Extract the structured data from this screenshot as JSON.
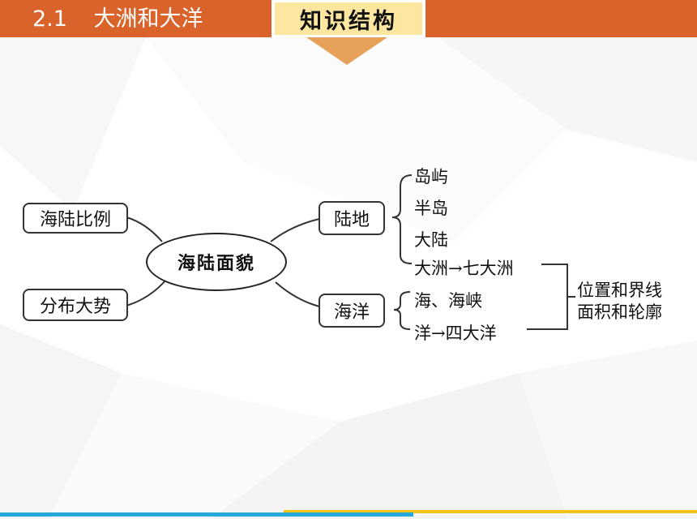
{
  "header": {
    "section_number": "2.1",
    "section_title": "大洲和大洋",
    "tab_label": "知识结构"
  },
  "colors": {
    "header_orange": "#d9632a",
    "tab_fill": "#fde6a0",
    "bar_blue": "#27a8d8",
    "bar_yellow": "#f2c418"
  },
  "mindmap": {
    "center": "海陆面貌",
    "left_nodes": [
      "海陆比例",
      "分布大势"
    ],
    "right_nodes": {
      "land": "陆地",
      "ocean": "海洋"
    },
    "land_items": [
      "岛屿",
      "半岛",
      "大陆",
      "大洲→七大洲"
    ],
    "ocean_items": [
      "海、海峡",
      "洋→四大洋"
    ],
    "shared_notes": [
      "位置和界线",
      "面积和轮廓"
    ]
  }
}
